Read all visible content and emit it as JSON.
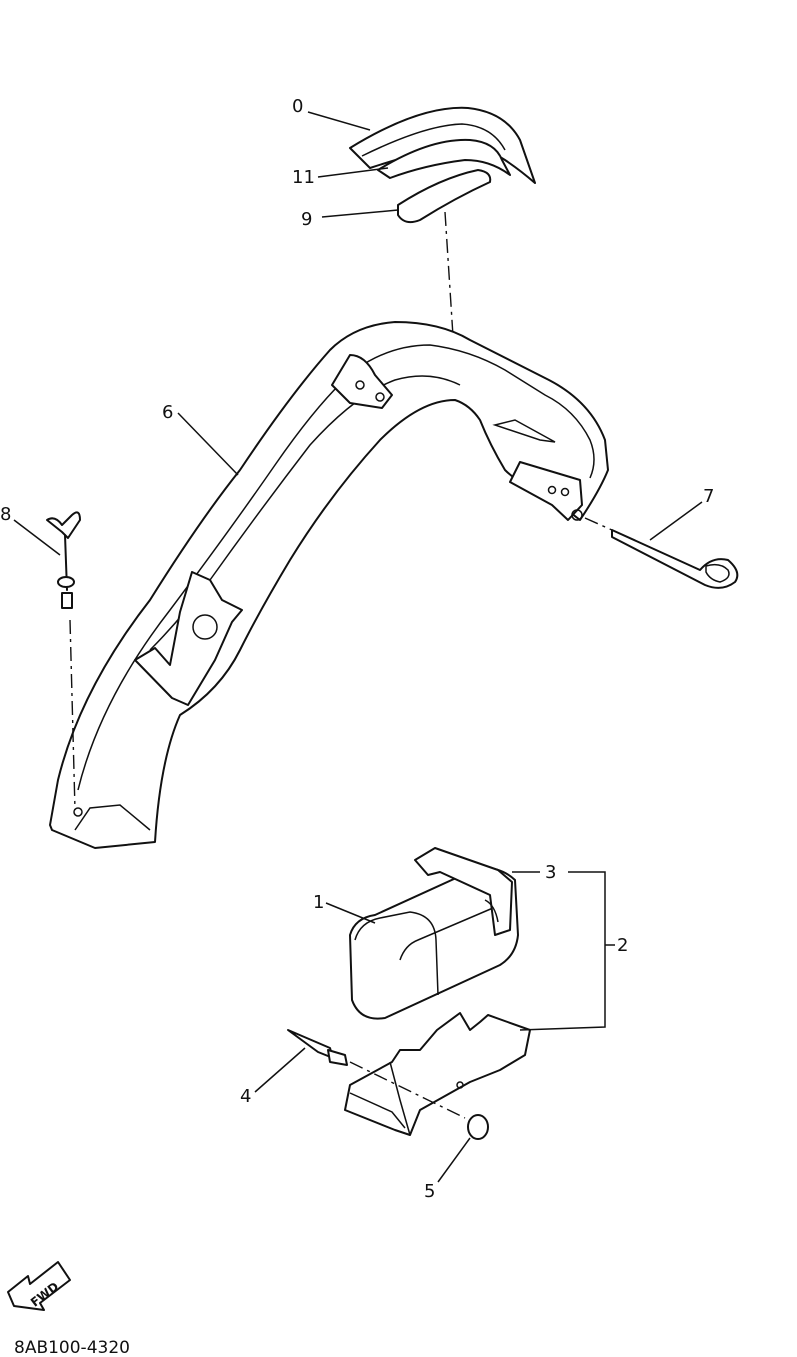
{
  "diagram": {
    "callouts": [
      {
        "id": "0",
        "text": "0"
      },
      {
        "id": "11",
        "text": "11"
      },
      {
        "id": "9",
        "text": "9"
      },
      {
        "id": "6",
        "text": "6"
      },
      {
        "id": "7",
        "text": "7"
      },
      {
        "id": "8",
        "text": "8"
      },
      {
        "id": "3",
        "text": "3"
      },
      {
        "id": "1",
        "text": "1"
      },
      {
        "id": "2",
        "text": "2"
      },
      {
        "id": "4",
        "text": "4"
      },
      {
        "id": "5",
        "text": "5"
      }
    ],
    "direction_arrow": {
      "text": "FWD",
      "icon": "fwd-arrow-icon"
    },
    "drawing_code": "8AB100-4320"
  }
}
